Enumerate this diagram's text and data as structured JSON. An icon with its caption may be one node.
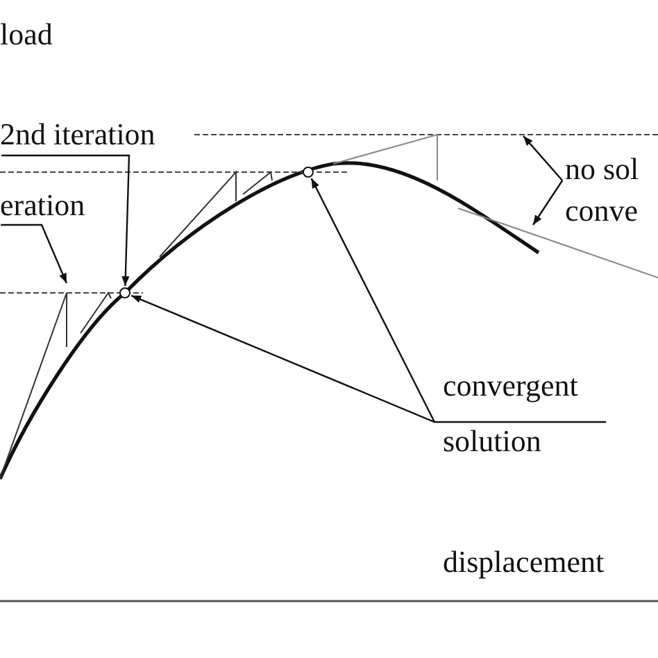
{
  "diagram": {
    "nodes": [
      {
        "text": [
          "2nd iteration"
        ]
      },
      {
        "text": [
          "eration"
        ]
      },
      {
        "text": [],
        "shape": "circle"
      },
      {
        "text": [],
        "shape": "circle"
      },
      {
        "text": [
          "no sol conve"
        ]
      },
      {
        "text": [
          "convergent solution"
        ]
      }
    ],
    "edges": [
      {
        "from": 0,
        "to": 2,
        "arrow": "to"
      },
      {
        "from": 1,
        "to": null,
        "arrow": "to"
      },
      {
        "from": 4,
        "to": null,
        "arrow": "to"
      },
      {
        "from": 4,
        "to": null,
        "arrow": "to"
      },
      {
        "from": 5,
        "to": 2,
        "arrow": "to"
      },
      {
        "from": 5,
        "to": 3,
        "arrow": "to"
      }
    ],
    "labels": [
      "load",
      "displacement"
    ]
  }
}
